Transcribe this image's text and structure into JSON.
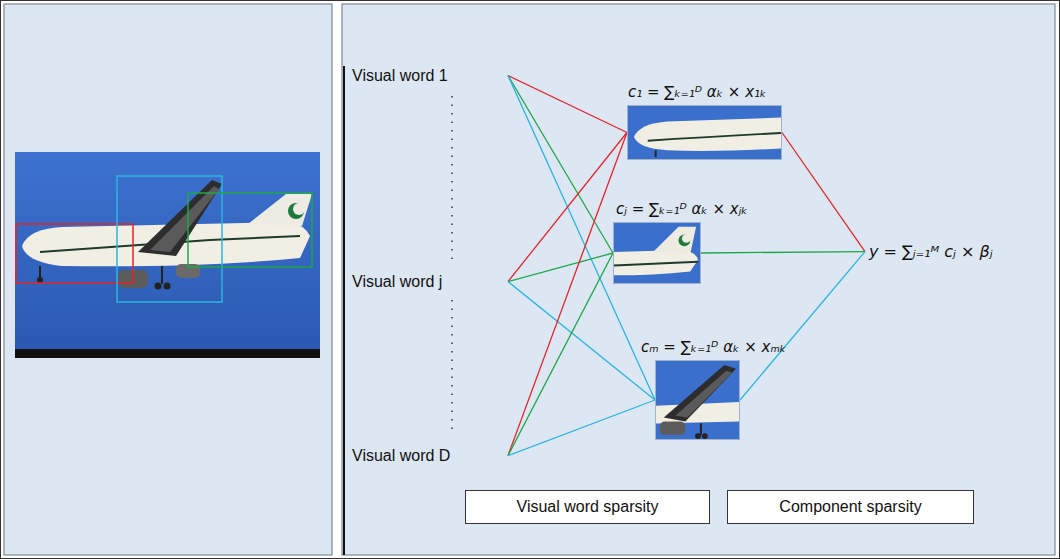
{
  "diagram": {
    "nodes": [
      {
        "text": [
          "Visual word 1"
        ]
      },
      {
        "text": [
          "Visual word j"
        ]
      },
      {
        "text": [
          "Visual word D"
        ]
      },
      {
        "text": [
          "c₁ = ∑ₖ₌₁ᴰ αₖ × x₁ₖ"
        ]
      },
      {
        "text": [
          "cⱼ = ∑ₖ₌₁ᴰ αₖ × xⱼₖ"
        ]
      },
      {
        "text": [
          "cₘ = ∑ₖ₌₁ᴰ αₖ × xₘₖ"
        ]
      },
      {
        "text": [
          "y = ∑ⱼ₌₁ᴹ cⱼ × βⱼ"
        ]
      },
      {
        "text": [
          "Visual word sparsity"
        ]
      },
      {
        "text": [
          "Component sparsity"
        ]
      }
    ],
    "edges": [
      {
        "from": 0,
        "to": 3,
        "arrow": "none"
      },
      {
        "from": 0,
        "to": 4,
        "arrow": "none"
      },
      {
        "from": 0,
        "to": 5,
        "arrow": "none"
      },
      {
        "from": 1,
        "to": 3,
        "arrow": "none"
      },
      {
        "from": 1,
        "to": 4,
        "arrow": "none"
      },
      {
        "from": 1,
        "to": 5,
        "arrow": "none"
      },
      {
        "from": 2,
        "to": 3,
        "arrow": "none"
      },
      {
        "from": 2,
        "to": 4,
        "arrow": "none"
      },
      {
        "from": 2,
        "to": 5,
        "arrow": "none"
      },
      {
        "from": 3,
        "to": 6,
        "arrow": "none"
      },
      {
        "from": 4,
        "to": 6,
        "arrow": "none"
      },
      {
        "from": 5,
        "to": 6,
        "arrow": "none"
      }
    ]
  }
}
